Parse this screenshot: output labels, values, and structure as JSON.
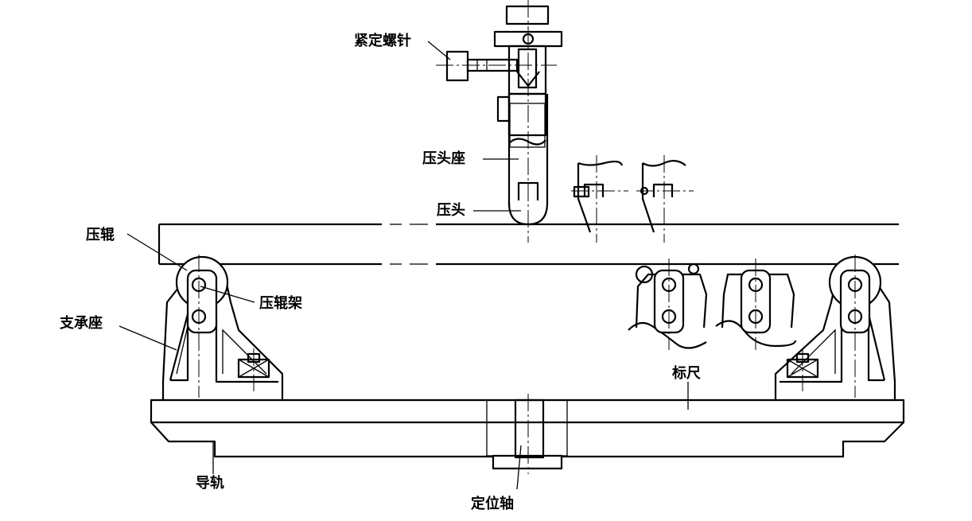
{
  "labels": {
    "set_screw": "紧定螺针",
    "press_head_seat": "压头座",
    "press_head": "压头",
    "press_roller": "压辊",
    "roller_frame": "压辊架",
    "support_seat": "支承座",
    "scale": "标尺",
    "guide_rail": "导轨",
    "locating_shaft": "定位轴"
  }
}
